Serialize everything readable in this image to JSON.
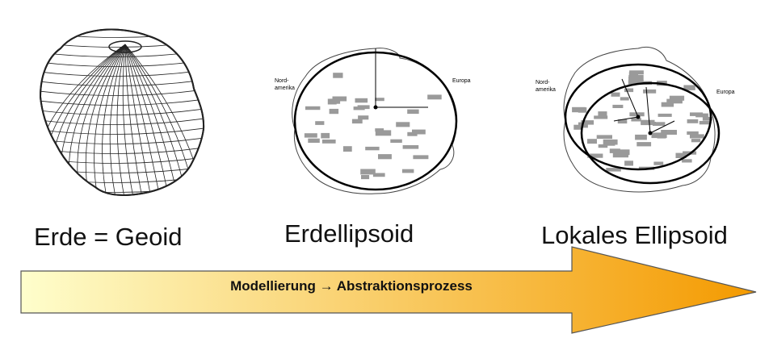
{
  "panels": [
    {
      "caption": "Erde = Geoid",
      "labels": []
    },
    {
      "caption": "Erdellipsoid",
      "labels": [
        "Nord-",
        "amerika",
        "Europa"
      ]
    },
    {
      "caption": "Lokales Ellipsoid",
      "labels": [
        "Nord-",
        "amerika",
        "Europa"
      ]
    }
  ],
  "arrow": {
    "label": "Modellierung → Abstraktionsprozess",
    "gradient_start": "#fefecc",
    "gradient_end": "#f49a00",
    "outline": "#555555"
  }
}
